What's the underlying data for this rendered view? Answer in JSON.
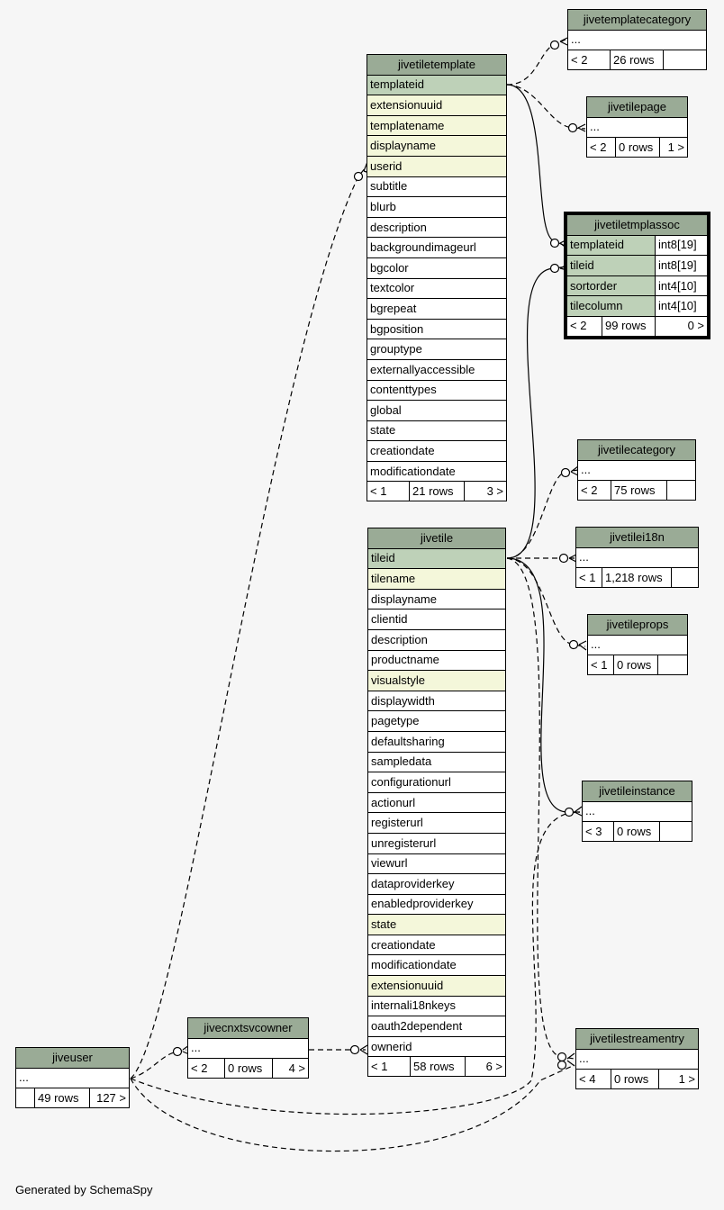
{
  "footer": "Generated by SchemaSpy",
  "tables": {
    "jivetemplatecategory": {
      "name": "jivetemplatecategory",
      "placeholder": "...",
      "meta": [
        "< 2",
        "26 rows",
        ""
      ]
    },
    "jivetilepage": {
      "name": "jivetilepage",
      "placeholder": "...",
      "meta": [
        "< 2",
        "0 rows",
        "1 >"
      ]
    },
    "jivetiletemplate": {
      "name": "jivetiletemplate",
      "columns": [
        {
          "name": "templateid",
          "kind": "pk"
        },
        {
          "name": "extensionuuid",
          "kind": "idx"
        },
        {
          "name": "templatename",
          "kind": "idx"
        },
        {
          "name": "displayname",
          "kind": "idx"
        },
        {
          "name": "userid",
          "kind": "idx"
        },
        {
          "name": "subtitle",
          "kind": "plain"
        },
        {
          "name": "blurb",
          "kind": "plain"
        },
        {
          "name": "description",
          "kind": "plain"
        },
        {
          "name": "backgroundimageurl",
          "kind": "plain"
        },
        {
          "name": "bgcolor",
          "kind": "plain"
        },
        {
          "name": "textcolor",
          "kind": "plain"
        },
        {
          "name": "bgrepeat",
          "kind": "plain"
        },
        {
          "name": "bgposition",
          "kind": "plain"
        },
        {
          "name": "grouptype",
          "kind": "plain"
        },
        {
          "name": "externallyaccessible",
          "kind": "plain"
        },
        {
          "name": "contenttypes",
          "kind": "plain"
        },
        {
          "name": "global",
          "kind": "plain"
        },
        {
          "name": "state",
          "kind": "plain"
        },
        {
          "name": "creationdate",
          "kind": "plain"
        },
        {
          "name": "modificationdate",
          "kind": "plain"
        }
      ],
      "meta": [
        "< 1",
        "21 rows",
        "3 >"
      ]
    },
    "jivetilmplassoc": {
      "name": "jivetiletmplassoc",
      "columns": [
        {
          "name": "templateid",
          "type": "int8[19]"
        },
        {
          "name": "tileid",
          "type": "int8[19]"
        },
        {
          "name": "sortorder",
          "type": "int4[10]"
        },
        {
          "name": "tilecolumn",
          "type": "int4[10]"
        }
      ],
      "meta": [
        "< 2",
        "99 rows",
        "0 >"
      ]
    },
    "jivetilecategory": {
      "name": "jivetilecategory",
      "placeholder": "...",
      "meta": [
        "< 2",
        "75 rows",
        ""
      ]
    },
    "jivetilei18n": {
      "name": "jivetilei18n",
      "placeholder": "...",
      "meta": [
        "< 1",
        "1,218 rows",
        ""
      ]
    },
    "jivetileprops": {
      "name": "jivetileprops",
      "placeholder": "...",
      "meta": [
        "< 1",
        "0 rows",
        ""
      ]
    },
    "jivetileinstance": {
      "name": "jivetileinstance",
      "placeholder": "...",
      "meta": [
        "< 3",
        "0 rows",
        ""
      ]
    },
    "jivetilestreamentry": {
      "name": "jivetilestreamentry",
      "placeholder": "...",
      "meta": [
        "< 4",
        "0 rows",
        "1 >"
      ]
    },
    "jivetile": {
      "name": "jivetile",
      "columns": [
        {
          "name": "tileid",
          "kind": "pk"
        },
        {
          "name": "tilename",
          "kind": "idx"
        },
        {
          "name": "displayname",
          "kind": "plain"
        },
        {
          "name": "clientid",
          "kind": "plain"
        },
        {
          "name": "description",
          "kind": "plain"
        },
        {
          "name": "productname",
          "kind": "plain"
        },
        {
          "name": "visualstyle",
          "kind": "idx"
        },
        {
          "name": "displaywidth",
          "kind": "plain"
        },
        {
          "name": "pagetype",
          "kind": "plain"
        },
        {
          "name": "defaultsharing",
          "kind": "plain"
        },
        {
          "name": "sampledata",
          "kind": "plain"
        },
        {
          "name": "configurationurl",
          "kind": "plain"
        },
        {
          "name": "actionurl",
          "kind": "plain"
        },
        {
          "name": "registerurl",
          "kind": "plain"
        },
        {
          "name": "unregisterurl",
          "kind": "plain"
        },
        {
          "name": "viewurl",
          "kind": "plain"
        },
        {
          "name": "dataproviderkey",
          "kind": "plain"
        },
        {
          "name": "enabledproviderkey",
          "kind": "plain"
        },
        {
          "name": "state",
          "kind": "idx"
        },
        {
          "name": "creationdate",
          "kind": "plain"
        },
        {
          "name": "modificationdate",
          "kind": "plain"
        },
        {
          "name": "extensionuuid",
          "kind": "idx"
        },
        {
          "name": "internali18nkeys",
          "kind": "plain"
        },
        {
          "name": "oauth2dependent",
          "kind": "plain"
        },
        {
          "name": "ownerid",
          "kind": "plain"
        }
      ],
      "meta": [
        "< 1",
        "58 rows",
        "6 >"
      ]
    },
    "jivecnxtsvcowner": {
      "name": "jivecnxtsvcowner",
      "placeholder": "...",
      "meta": [
        "< 2",
        "0 rows",
        "4 >"
      ]
    },
    "jiveuser": {
      "name": "jiveuser",
      "placeholder": "...",
      "meta": [
        "",
        "49 rows",
        "127 >"
      ]
    }
  },
  "colors": {
    "header": "#9aab96",
    "primary_key": "#bed1b8",
    "indexed": "#f4f7da",
    "background": "#f6f6f6"
  }
}
